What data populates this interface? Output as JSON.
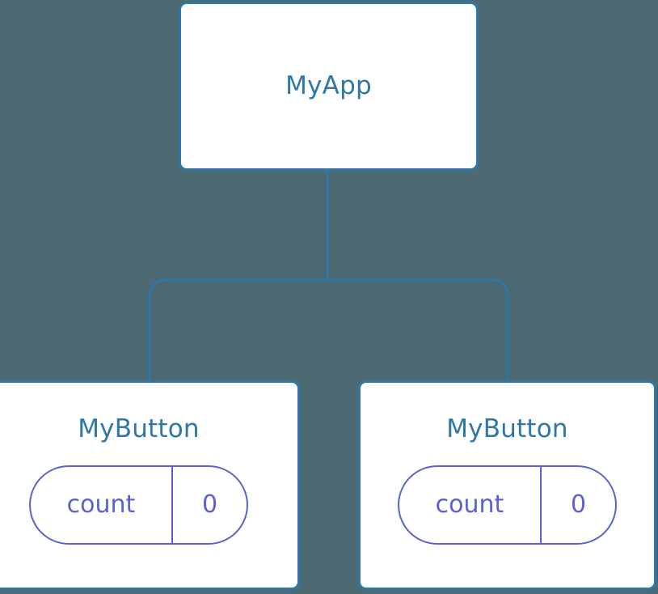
{
  "canvas": {
    "background_color": "#4d6a73",
    "node_border_color": "#2e77a6",
    "node_fill_color": "#ffffff",
    "node_title_color": "#2e77a6",
    "state_accent_color": "#5b62cf",
    "edge_color": "#2e77a6"
  },
  "tree": {
    "root": {
      "title": "MyApp"
    },
    "children": [
      {
        "title": "MyButton",
        "state": {
          "key": "count",
          "value": "0"
        }
      },
      {
        "title": "MyButton",
        "state": {
          "key": "count",
          "value": "0"
        }
      }
    ]
  }
}
